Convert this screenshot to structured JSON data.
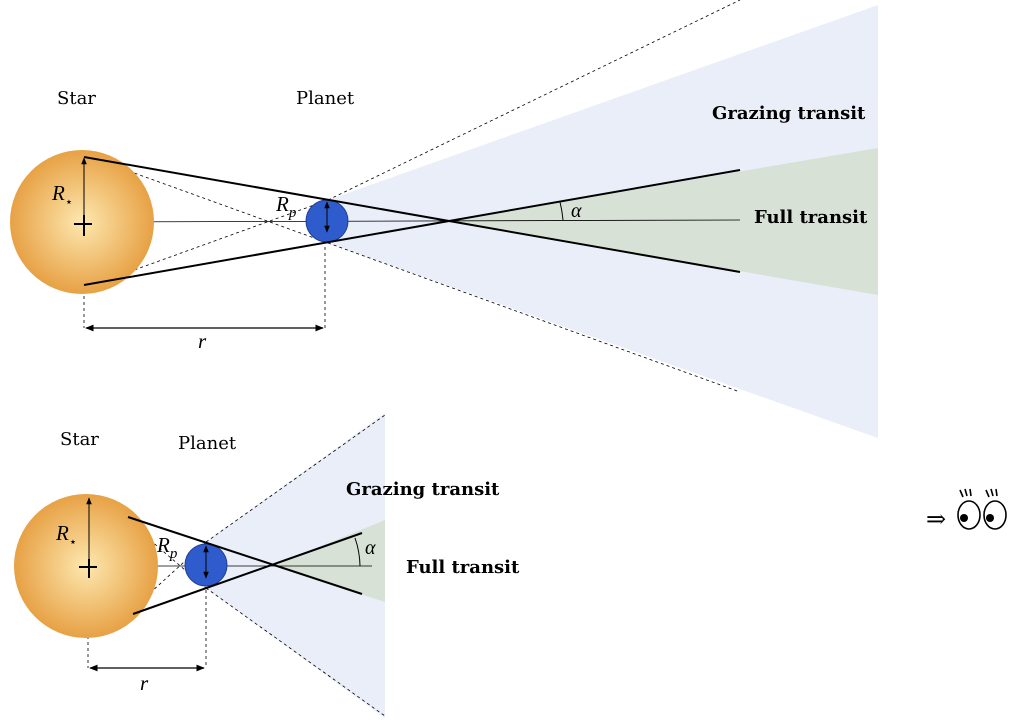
{
  "top": {
    "star_label": "Star",
    "planet_label": "Planet",
    "grazing_label": "Grazing transit",
    "full_label": "Full transit",
    "star_radius_symbol": "R",
    "star_radius_sub": "⋆",
    "planet_radius_symbol": "R",
    "planet_radius_sub": "p",
    "angle_symbol": "α",
    "distance_symbol": "r"
  },
  "bottom": {
    "star_label": "Star",
    "planet_label": "Planet",
    "grazing_label": "Grazing transit",
    "full_label": "Full transit",
    "star_radius_symbol": "R",
    "star_radius_sub": "⋆",
    "planet_radius_symbol": "R",
    "planet_radius_sub": "p",
    "angle_symbol": "α",
    "distance_symbol": "r"
  },
  "implies_arrow": "⇒",
  "icon": "eyes-icon",
  "colors": {
    "star_center": "#fde8b0",
    "star_edge": "#e8a040",
    "planet_fill": "#2f5ccc",
    "grazing_zone": "#e9eef8",
    "full_zone": "#d7e1d5"
  }
}
